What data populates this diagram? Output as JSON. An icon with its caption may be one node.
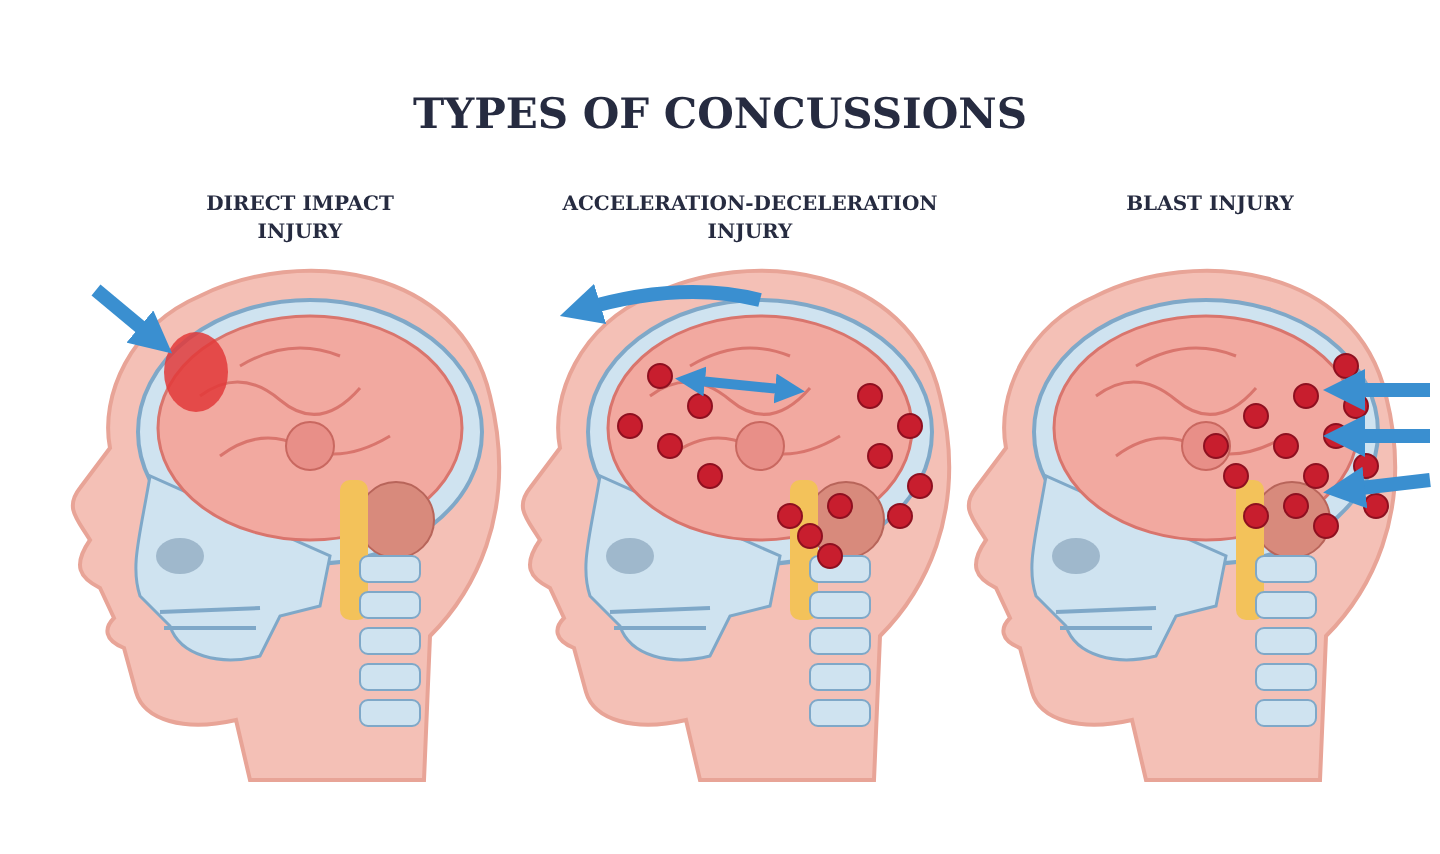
{
  "diagram": {
    "title": "TYPES OF CONCUSSIONS",
    "labels": [
      "DIRECT IMPACT INJURY",
      "ACCELERATION-DECELERATION INJURY",
      "BLAST INJURY"
    ]
  }
}
